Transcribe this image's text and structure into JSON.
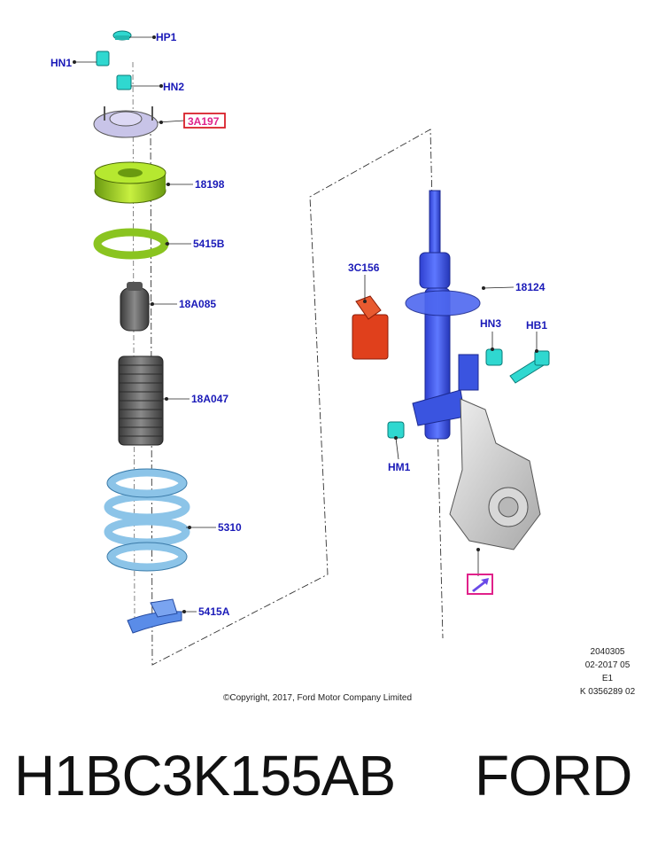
{
  "diagram": {
    "callouts": {
      "hp1": "HP1",
      "hn1": "HN1",
      "hn2": "HN2",
      "a3a197": "3A197",
      "p18198": "18198",
      "p5415b": "5415B",
      "p18a085": "18A085",
      "p18a047": "18A047",
      "p5310": "5310",
      "p5415a": "5415A",
      "p3c156": "3C156",
      "p18124": "18124",
      "hn3": "HN3",
      "hb1": "HB1",
      "hm1": "HM1"
    },
    "highlight_color": "#e0218a",
    "label_color": "#1a1ab8"
  },
  "meta": {
    "code": "2040305",
    "date": "02-2017 05",
    "rev": "E1",
    "ref": "K 0356289 02"
  },
  "copyright": "©Copyright, 2017, Ford Motor Company Limited",
  "footer": {
    "part_number": "H1BC3K155AB",
    "brand": "FORD"
  }
}
